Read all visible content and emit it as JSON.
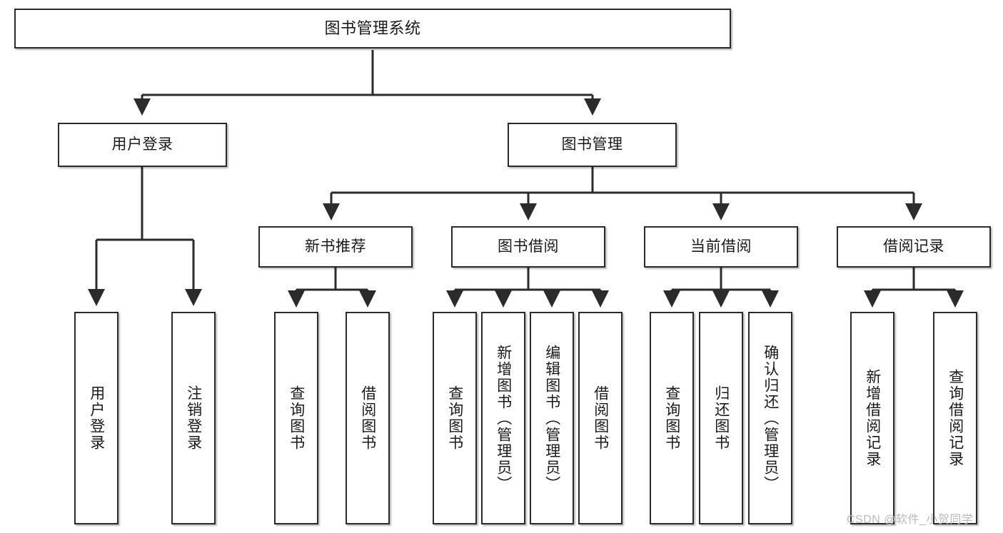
{
  "diagram": {
    "title": "图书管理系统",
    "type": "tree-hierarchy",
    "root": {
      "id": "root",
      "label": "图书管理系统"
    },
    "level2": [
      {
        "id": "user-login",
        "label": "用户登录"
      },
      {
        "id": "book-manage",
        "label": "图书管理"
      }
    ],
    "level3": [
      {
        "id": "new-book-rec",
        "label": "新书推荐",
        "parent": "book-manage"
      },
      {
        "id": "book-borrow",
        "label": "图书借阅",
        "parent": "book-manage"
      },
      {
        "id": "current-borrow",
        "label": "当前借阅",
        "parent": "book-manage"
      },
      {
        "id": "borrow-record",
        "label": "借阅记录",
        "parent": "book-manage"
      }
    ],
    "leaves": [
      {
        "id": "leaf-user-login",
        "label": "用户登录",
        "parent": "user-login"
      },
      {
        "id": "leaf-logout-login",
        "label": "注销登录",
        "parent": "user-login"
      },
      {
        "id": "leaf-query-book-1",
        "label": "查询图书",
        "parent": "new-book-rec"
      },
      {
        "id": "leaf-borrow-book-1",
        "label": "借阅图书",
        "parent": "new-book-rec"
      },
      {
        "id": "leaf-query-book-2",
        "label": "查询图书",
        "parent": "book-borrow"
      },
      {
        "id": "leaf-add-book",
        "label": "新增图书（管理员）",
        "parent": "book-borrow"
      },
      {
        "id": "leaf-edit-book",
        "label": "编辑图书（管理员）",
        "parent": "book-borrow"
      },
      {
        "id": "leaf-borrow-book-2",
        "label": "借阅图书",
        "parent": "book-borrow"
      },
      {
        "id": "leaf-query-book-3",
        "label": "查询图书",
        "parent": "current-borrow"
      },
      {
        "id": "leaf-return-book",
        "label": "归还图书",
        "parent": "current-borrow"
      },
      {
        "id": "leaf-confirm-return",
        "label": "确认归还（管理员）",
        "parent": "current-borrow"
      },
      {
        "id": "leaf-add-record",
        "label": "新增借阅记录",
        "parent": "borrow-record"
      },
      {
        "id": "leaf-query-record",
        "label": "查询借阅记录",
        "parent": "borrow-record"
      }
    ]
  },
  "watermark": {
    "text": "CSDN @软件_小贺同学"
  },
  "colors": {
    "stroke": "#2b2b2b",
    "box_fill": "#ffffff",
    "text": "#1a1a1a",
    "watermark": "#b9b9b9",
    "background": "#ffffff"
  }
}
